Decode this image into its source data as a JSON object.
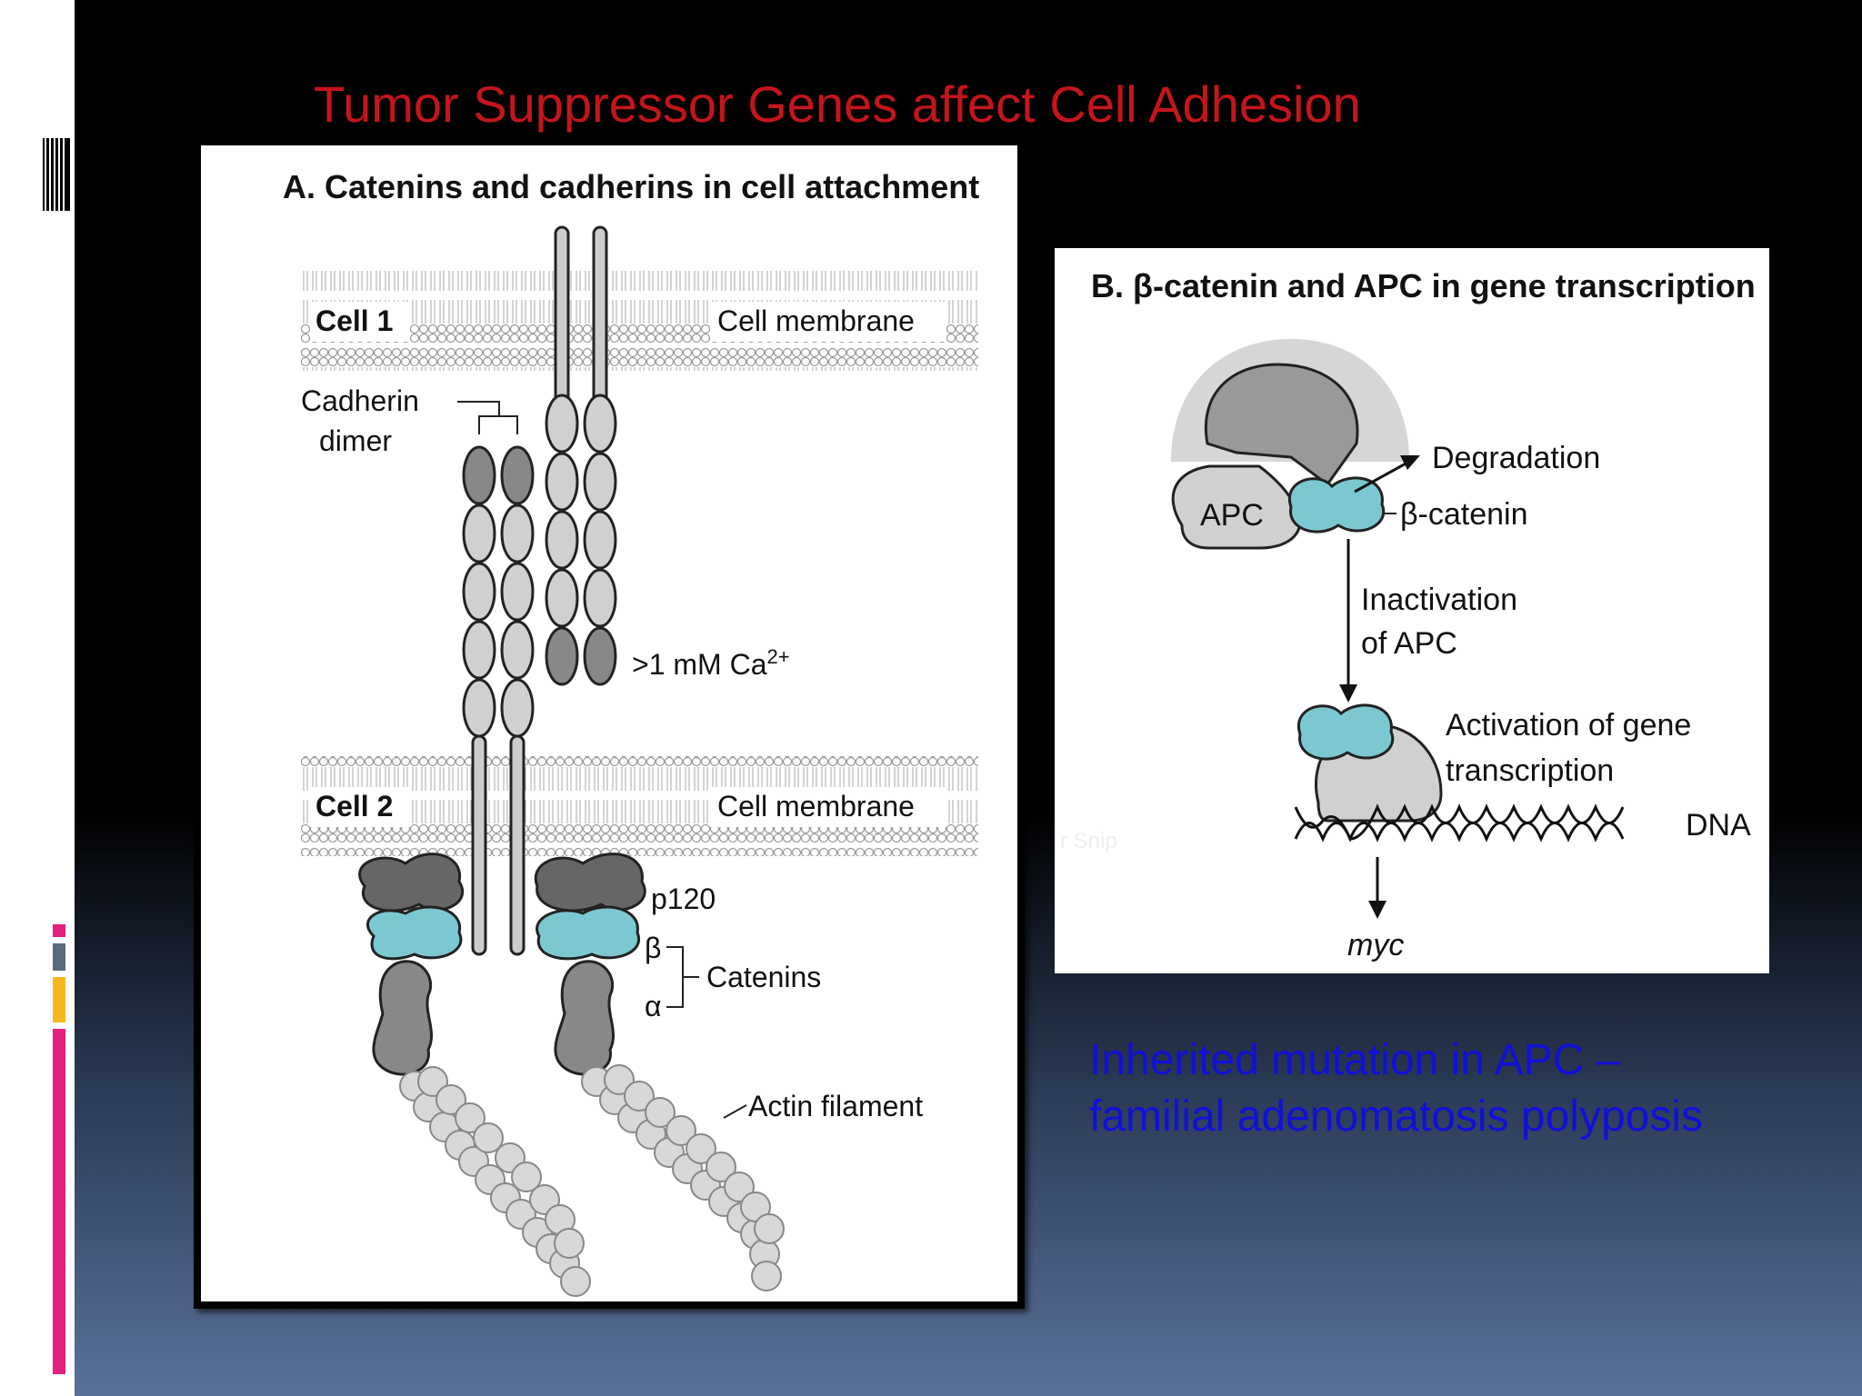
{
  "slide": {
    "title": "Tumor Suppressor Genes affect Cell Adhesion",
    "note_lines": [
      "Inherited  mutation in APC –",
      "familial adenomatosis polyposis"
    ],
    "watermark": "r Snip"
  },
  "panelA": {
    "title": "A. Catenins and cadherins in cell attachment",
    "cell1_label": "Cell 1",
    "cell2_label": "Cell 2",
    "membrane1_label": "Cell membrane",
    "membrane2_label": "Cell membrane",
    "cadherin_label_1": "Cadherin",
    "cadherin_label_2": "dimer",
    "calcium_label": ">1 mM Ca",
    "calcium_sup": "2+",
    "p120_label": "p120",
    "beta_label": "β",
    "alpha_label": "α",
    "catenins_label": "Catenins",
    "actin_label": "Actin filament"
  },
  "panelB": {
    "title": "B. β-catenin and APC in gene transcription",
    "apc_label": "APC",
    "degradation_label": "Degradation",
    "beta_catenin_label": "β-catenin",
    "inactivation_1": "Inactivation",
    "inactivation_2": "of APC",
    "activation_1": "Activation of gene",
    "activation_2": "transcription",
    "dna_label": "DNA",
    "myc_label": "myc"
  },
  "colors": {
    "title": "#c4151c",
    "note": "#1010d8",
    "catenin_blue": "#7cc8d2",
    "accent_pink": "#e5207f",
    "accent_gold": "#f5b81a"
  }
}
